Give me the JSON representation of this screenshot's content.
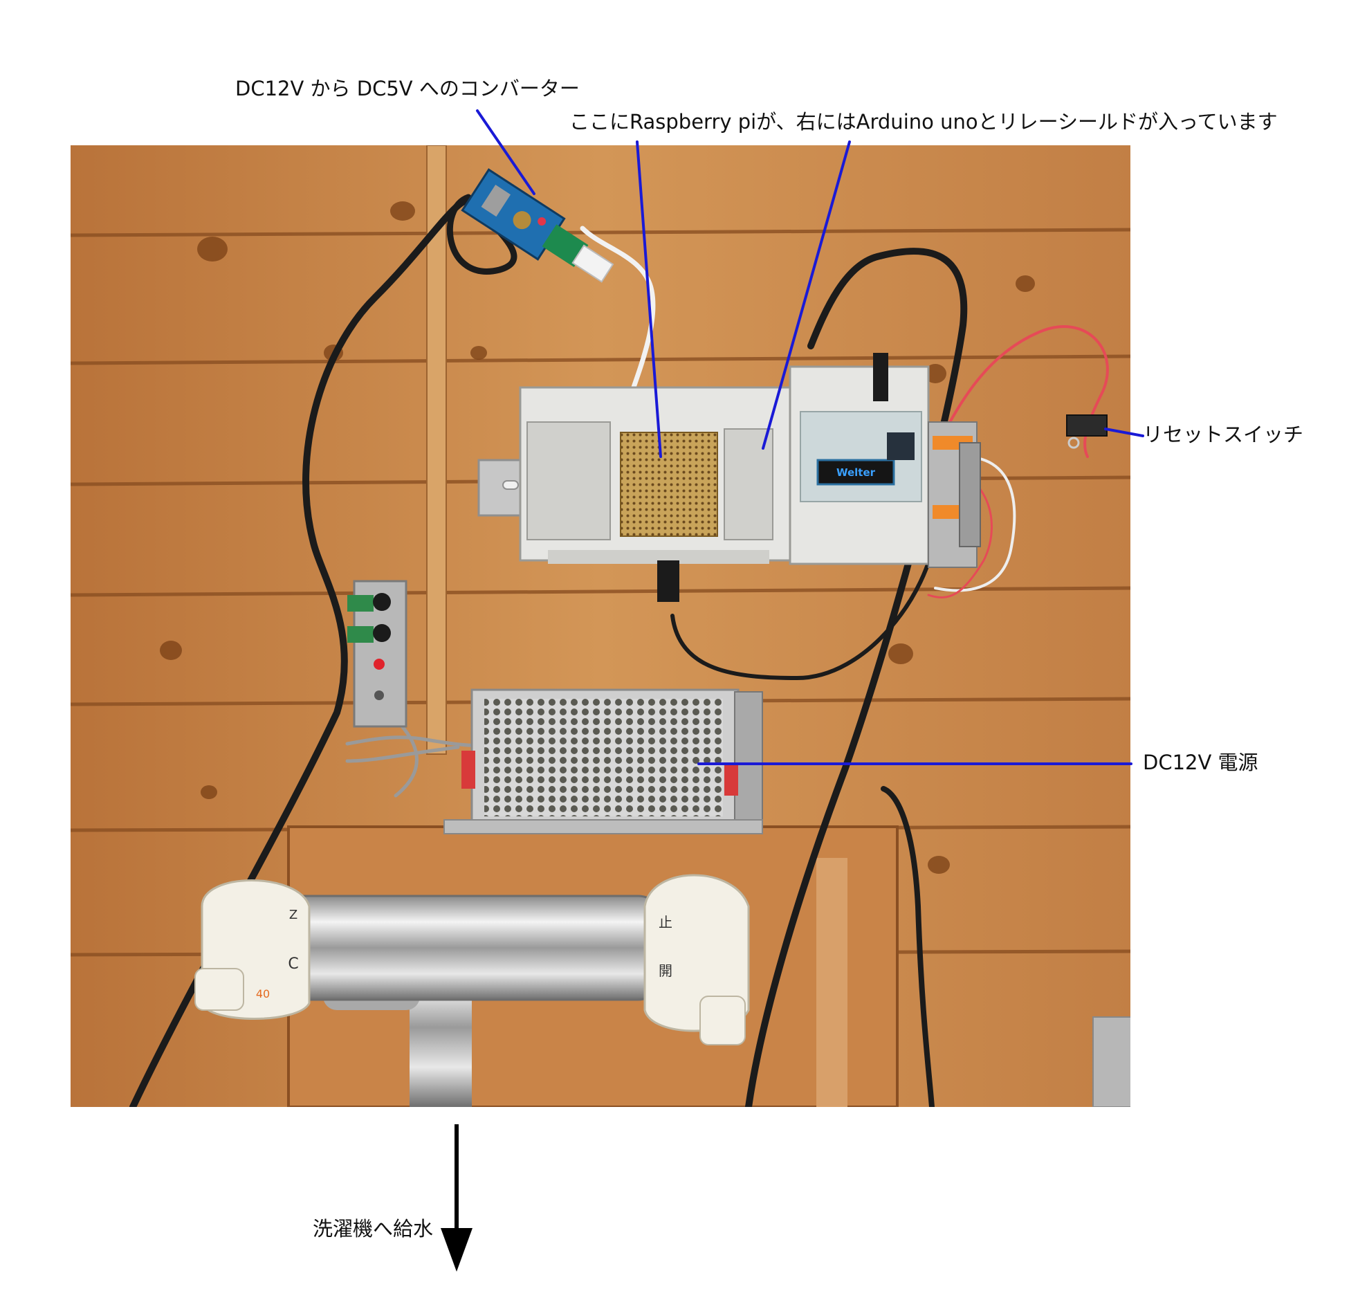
{
  "labels": {
    "converter": "DC12V から DC5V へのコンバーター",
    "boards": "ここにRaspberry piが、右にはArduino unoとリレーシールドが入っています",
    "reset_switch": "リセットスイッチ",
    "power_supply": "DC12V 電源",
    "water_supply": "洗濯機へ給水"
  },
  "display_text": "Welter",
  "valve_marks": {
    "left_top": "Z",
    "left_mid": "C",
    "left_temp": "40",
    "right_top": "止",
    "right_bottom": "開"
  },
  "colors": {
    "callout_line": "#1a1ad6",
    "arrow": "#000000",
    "wood": "#c98a4e",
    "oled_text": "#3aa0ff"
  }
}
